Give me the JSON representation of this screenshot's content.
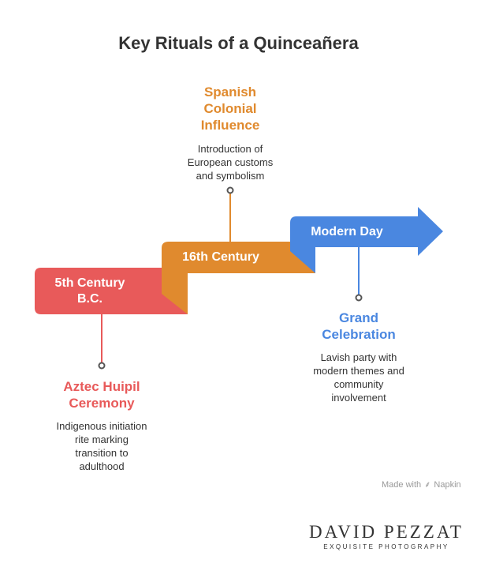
{
  "title": "Key Rituals of a Quinceañera",
  "colors": {
    "red": "#E85A5A",
    "red_dark": "#B83C3C",
    "orange": "#E08A2E",
    "orange_dark": "#B86A18",
    "blue": "#4A87E0",
    "blue_dark": "#2E63B0",
    "connector": "#555555"
  },
  "steps": [
    {
      "period": "5th Century\nB.C.",
      "heading": "Aztec Huipil\nCeremony",
      "description": "Indigenous initiation\nrite marking\ntransition to\nadulthood",
      "color": "red"
    },
    {
      "period": "16th Century",
      "heading": "Spanish\nColonial\nInfluence",
      "description": "Introduction of\nEuropean customs\nand symbolism",
      "color": "orange"
    },
    {
      "period": "Modern Day",
      "heading": "Grand\nCelebration",
      "description": "Lavish party with\nmodern themes and\ncommunity\ninvolvement",
      "color": "blue"
    }
  ],
  "footer": {
    "made_with": "Made with",
    "napkin": "Napkin",
    "napkin_icon": "napkin-logo-icon",
    "brand_name": "DAVID PEZZAT",
    "brand_tagline": "EXQUISITE PHOTOGRAPHY"
  }
}
